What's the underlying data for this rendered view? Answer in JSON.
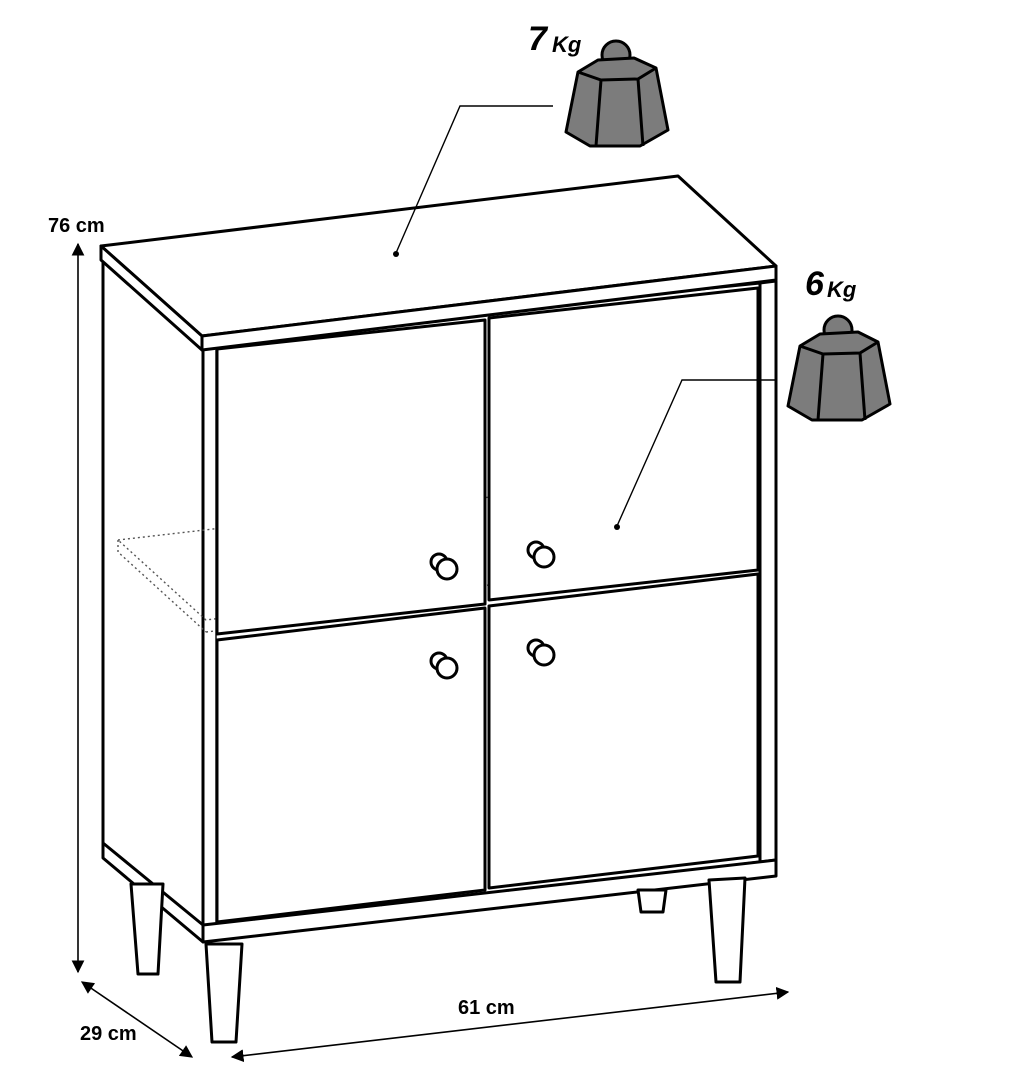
{
  "dimensions": {
    "height_label": "76 cm",
    "depth_label": "29 cm",
    "width_label": "61 cm"
  },
  "load_limits": {
    "top": {
      "value": "7",
      "unit": "Kg"
    },
    "shelf": {
      "value": "6",
      "unit": "Kg"
    }
  },
  "colors": {
    "line": "#000000",
    "weight_fill": "#7c7c7c",
    "background": "#ffffff"
  },
  "icons": [
    "weight-icon",
    "door-knob-icon"
  ]
}
